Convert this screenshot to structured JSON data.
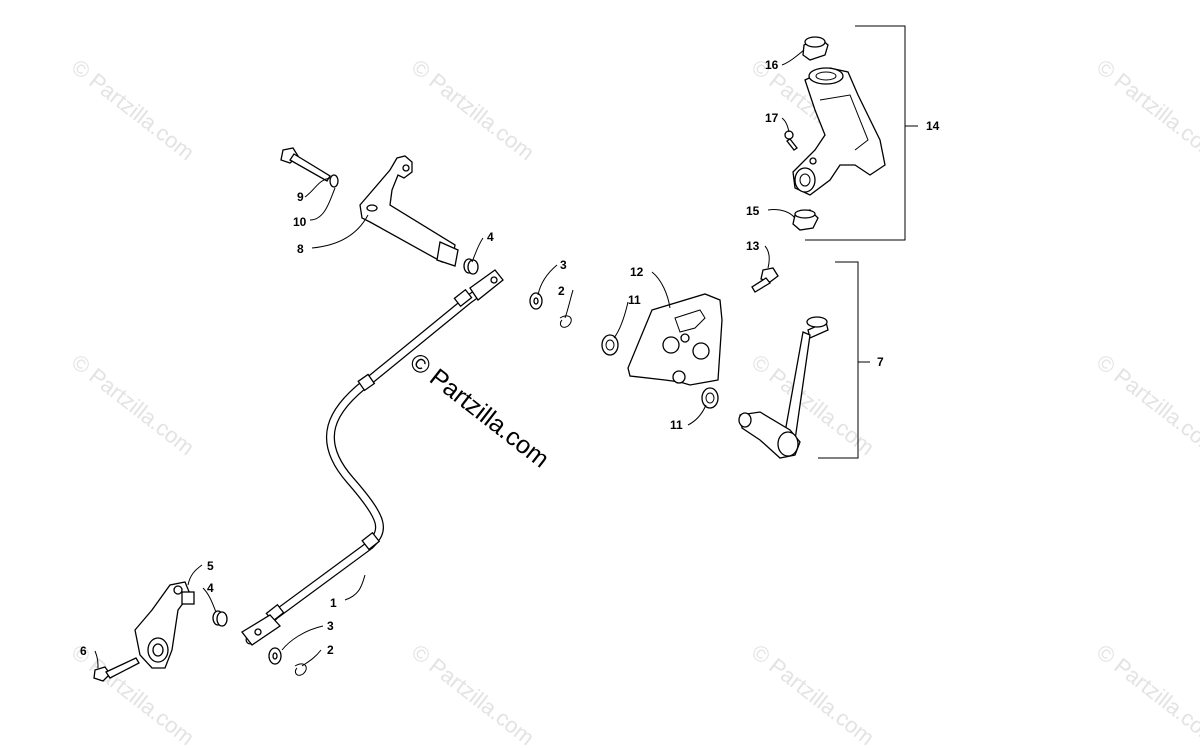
{
  "watermark": {
    "text": "© Partzilla.com",
    "center_text": "© Partzilla.com"
  },
  "callouts": [
    "1",
    "2",
    "2",
    "3",
    "3",
    "4",
    "4",
    "5",
    "6",
    "7",
    "8",
    "9",
    "10",
    "11",
    "11",
    "12",
    "13",
    "14",
    "15",
    "16",
    "17"
  ]
}
